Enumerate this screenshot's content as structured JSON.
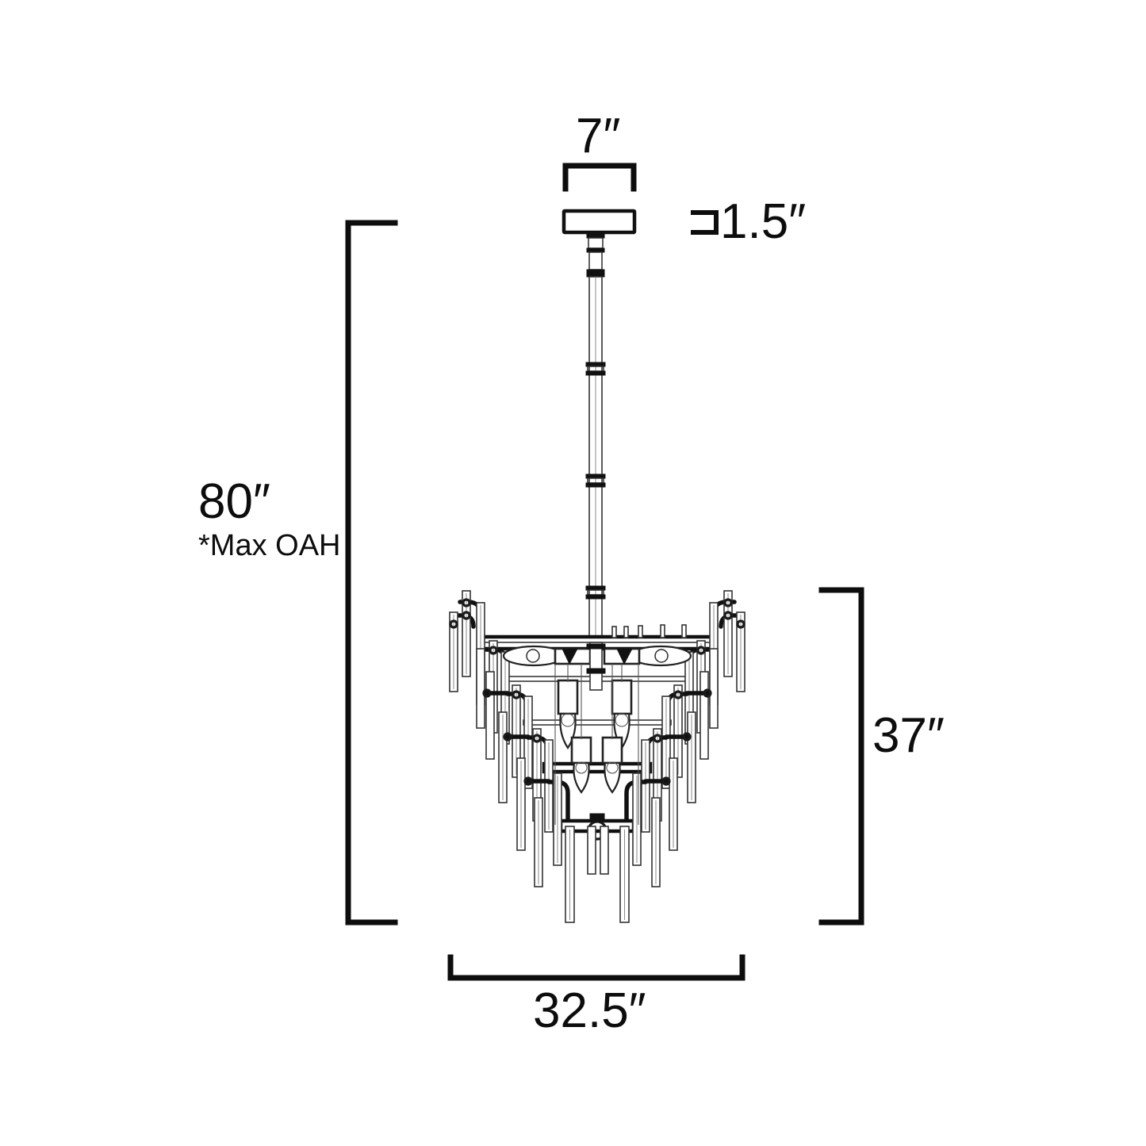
{
  "drawing": {
    "title": "Chandelier Dimension Drawing",
    "background_color": "#ffffff",
    "line_color": "#0d0d0d",
    "product_type": "tiered-glass-rod-chandelier"
  },
  "dimensions": {
    "overall_height": {
      "label": "80″",
      "note": "*Max OAH",
      "position": "left",
      "orientation": "vertical"
    },
    "body_height": {
      "label": "37″",
      "position": "right",
      "orientation": "vertical"
    },
    "width": {
      "label": "32.5″",
      "position": "bottom",
      "orientation": "horizontal"
    },
    "canopy_width": {
      "label": "7″",
      "position": "top",
      "orientation": "horizontal"
    },
    "canopy_height": {
      "label": "1.5″",
      "prefix_symbol": "⊐",
      "position": "top-right",
      "orientation": "thickness"
    }
  },
  "fixture": {
    "canopy": {
      "name": "ceiling-canopy",
      "shape": "rectangular-plate"
    },
    "downrod": {
      "name": "downrod",
      "joints": 3
    },
    "tiers": 5,
    "bulbs_visible": 6,
    "rod_type": "vertical-glass-rods"
  }
}
